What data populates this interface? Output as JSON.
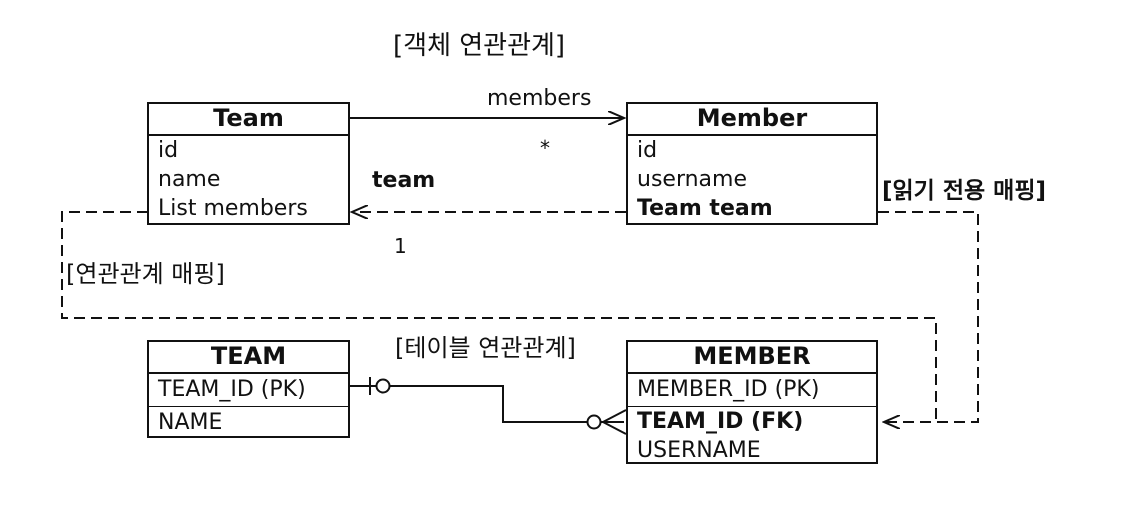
{
  "titles": {
    "object_relation": "[객체 연관관계]",
    "table_relation": "[테이블 연관관계]",
    "relation_mapping": "[연관관계 매핑]",
    "readonly_mapping": "[읽기 전용 매핑]"
  },
  "labels": {
    "members": "members",
    "many": "*",
    "team": "team",
    "one": "1"
  },
  "entities": {
    "team": {
      "name": "Team",
      "fields": [
        "id",
        "name",
        "List members"
      ]
    },
    "member": {
      "name": "Member",
      "fields": [
        "id",
        "username",
        "Team team"
      ]
    }
  },
  "tables": {
    "team": {
      "name": "TEAM",
      "pk": "TEAM_ID (PK)",
      "fields": [
        "NAME"
      ]
    },
    "member": {
      "name": "MEMBER",
      "pk": "MEMBER_ID (PK)",
      "fk": "TEAM_ID (FK)",
      "fields": [
        "USERNAME"
      ]
    }
  }
}
